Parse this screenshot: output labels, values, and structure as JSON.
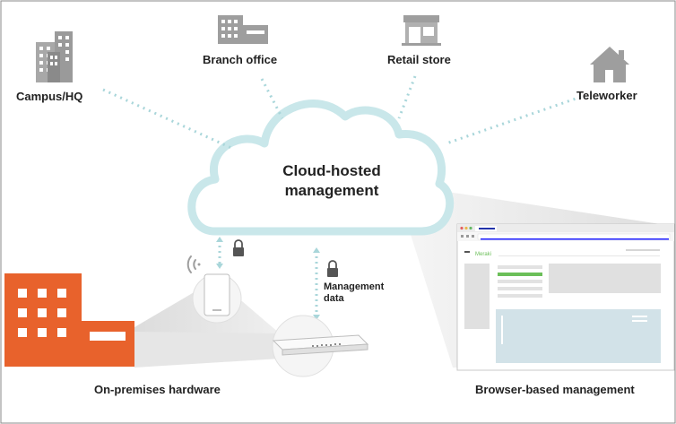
{
  "locations": {
    "campus": "Campus/HQ",
    "branch": "Branch office",
    "retail": "Retail store",
    "teleworker": "Teleworker"
  },
  "cloud": {
    "line1": "Cloud-hosted",
    "line2": "management"
  },
  "management_data": {
    "line1": "Management",
    "line2": "data"
  },
  "bottom_labels": {
    "hardware": "On-premises hardware",
    "browser": "Browser-based management"
  },
  "browser": {
    "brand": "Meraki"
  },
  "colors": {
    "building_orange": "#e8622c",
    "cloud_outline": "#c9e7ea",
    "dotted_line": "#a9d6da",
    "icon_gray": "#9e9e9e",
    "dashboard_green": "#6bbf59",
    "dashboard_blue_panel": "#d2e2e8"
  }
}
